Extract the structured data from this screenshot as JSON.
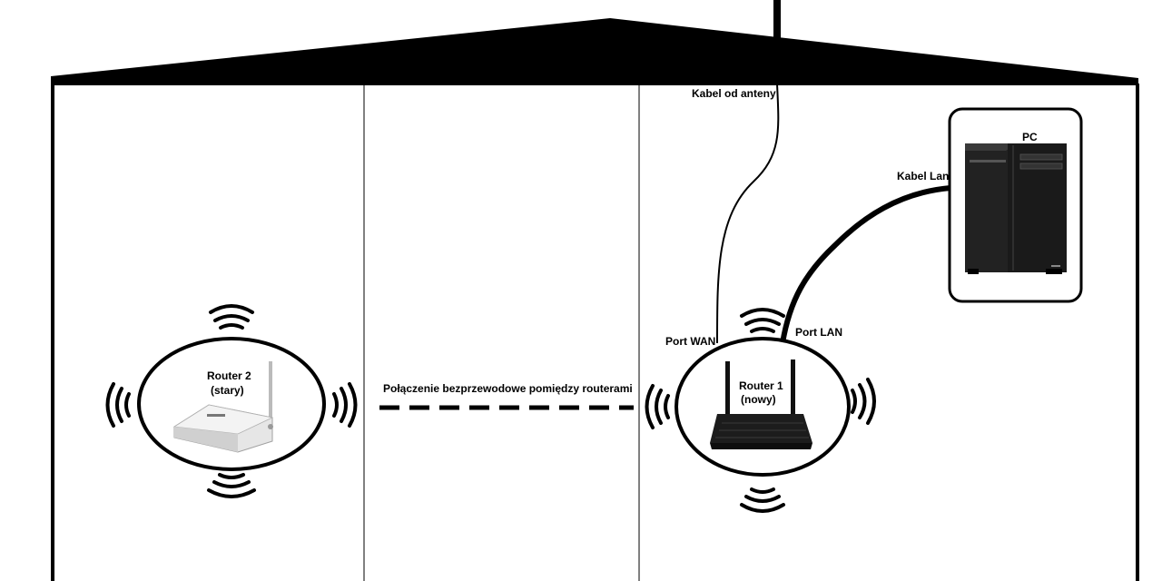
{
  "labels": {
    "antenna_cable": "Kabel od anteny",
    "pc": "PC",
    "lan_cable": "Kabel Lan",
    "port_wan": "Port WAN",
    "port_lan": "Port LAN",
    "router1_name": "Router 1",
    "router1_note": "(nowy)",
    "router2_name": "Router 2",
    "router2_note": "(stary)",
    "wireless_link": "Połączenie bezprzewodowe pomiędzy routerami"
  },
  "icons": {
    "router_new": "router-icon",
    "router_old": "router-icon",
    "pc": "pc-tower-icon",
    "wifi": "wifi-signal-icon"
  },
  "colors": {
    "ink": "#000000",
    "background": "#ffffff",
    "router_new_body": "#1c1c1c",
    "router_old_body": "#e6e6e6",
    "pc_body": "#222222"
  }
}
